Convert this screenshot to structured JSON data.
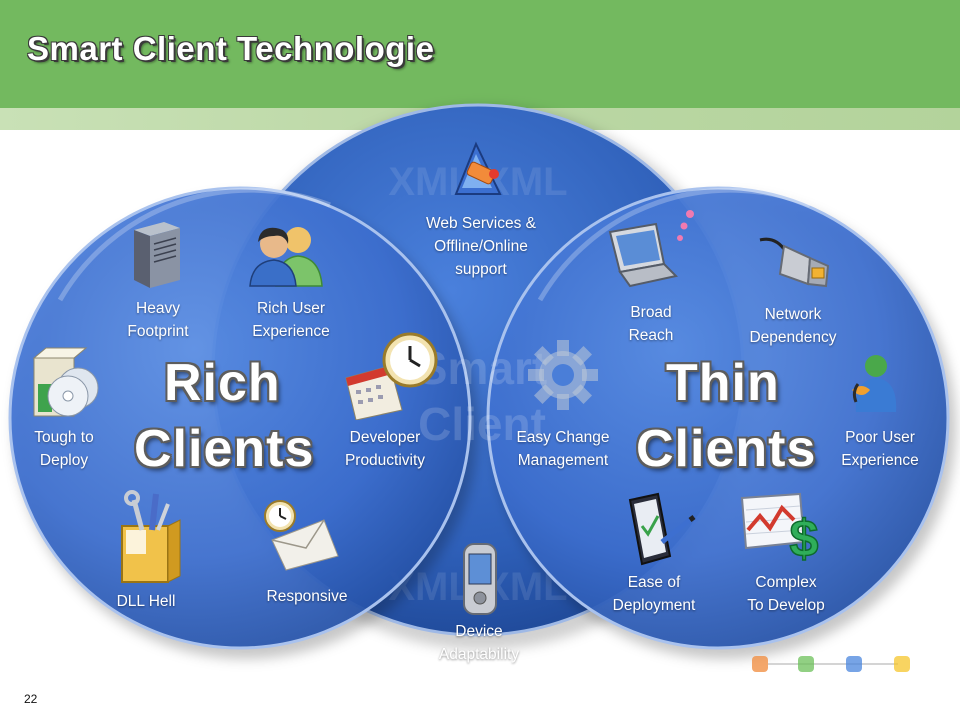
{
  "slide": {
    "title": "Smart Client Technologie",
    "page_number": "22"
  },
  "circles": {
    "rich": {
      "heading_line1": "Rich",
      "heading_line2": "Clients"
    },
    "thin": {
      "heading_line1": "Thin",
      "heading_line2": "Clients"
    },
    "smart_watermark": {
      "line1": "Smart",
      "line2": "Client"
    }
  },
  "features": {
    "heavy_footprint": "Heavy\nFootprint",
    "rich_user_experience": "Rich User\nExperience",
    "tough_to_deploy": "Tough to\nDeploy",
    "developer_productivity": "Developer\nProductivity",
    "dll_hell": "DLL Hell",
    "responsive": "Responsive",
    "web_services": "Web Services &\nOffline/Online\nsupport",
    "device_adaptability": "Device\nAdaptability",
    "broad_reach": "Broad\nReach",
    "network_dependency": "Network\nDependency",
    "easy_change_management": "Easy Change\nManagement",
    "poor_user_experience": "Poor User\nExperience",
    "ease_of_deployment": "Ease of\nDeployment",
    "complex_to_develop": "Complex\nTo Develop"
  },
  "colors": {
    "header_green": "#73b95f",
    "circle_blue": "#3f72cf",
    "text_white": "#ffffff"
  },
  "icons": [
    "server-icon",
    "users-icon",
    "install-discs-icon",
    "calendar-clock-icon",
    "toolbox-icon",
    "mail-clock-icon",
    "web-services-icon",
    "pda-icon",
    "laptop-icon",
    "network-plug-icon",
    "gear-icon",
    "messenger-icon",
    "tablet-pen-icon",
    "chart-dollar-icon"
  ]
}
